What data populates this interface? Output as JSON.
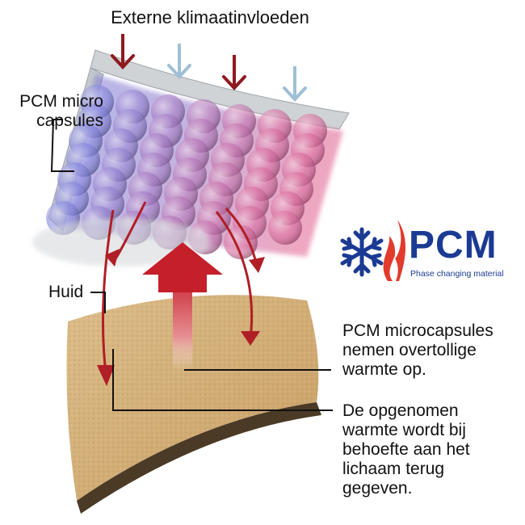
{
  "title": "Externe klimaatinvloeden",
  "labels": {
    "capsules": "PCM micro\ncapsules",
    "skin": "Huid"
  },
  "descriptions": {
    "absorb": "PCM microcapsules\nnemen overtollige\nwarmte op.",
    "release": "De opgenomen\nwarmte wordt bij\nbehoefte aan het\nlichaam terug\ngegeven."
  },
  "logo": {
    "name": "PCM",
    "subtitle": "Phase changing material",
    "primary_color": "#1b3a93",
    "accent_color": "#e23a2c"
  },
  "arrows": {
    "external": [
      "warm",
      "cold",
      "warm",
      "cold"
    ],
    "warm_color": "#8e1a1f",
    "cold_color": "#9fbfd6"
  },
  "colors": {
    "cool_capsule": "#6f6fd8",
    "warm_capsule": "#d4508a",
    "skin": "#d9b680",
    "skin_edge": "#4a3a26",
    "heat_arrow": "#c51f2a"
  }
}
